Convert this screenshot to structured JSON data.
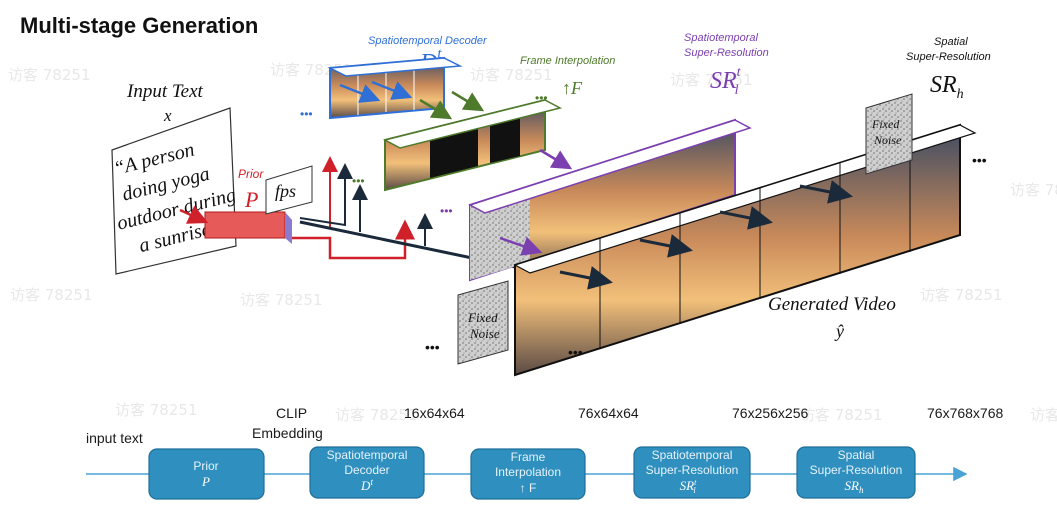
{
  "heading": "Multi-stage Generation",
  "watermark": "访客 78251",
  "illustration": {
    "input_text_title": "Input Text",
    "input_text_symbol": "x",
    "prompt_lines": [
      "“A person",
      "doing yoga",
      "outdoor during",
      "a sunrise”"
    ],
    "prior_label": "Prior",
    "prior_symbol": "P",
    "fps_label": "fps",
    "decoder_label": "Spatiotemporal Decoder",
    "decoder_symbol_base": "D",
    "decoder_symbol_sup": "t",
    "interp_label": "Frame Interpolation",
    "interp_symbol": "↑F",
    "st_sr_label_1": "Spatiotemporal",
    "st_sr_label_2": "Super-Resolution",
    "st_sr_symbol_base": "SR",
    "st_sr_symbol_sup": "t",
    "st_sr_symbol_sub": "l",
    "sp_sr_label_1": "Spatial",
    "sp_sr_label_2": "Super-Resolution",
    "sp_sr_symbol_base": "SR",
    "sp_sr_symbol_sub": "h",
    "fixed_noise_1": "Fixed",
    "fixed_noise_2": "Noise",
    "generated_video_label": "Generated Video",
    "generated_video_symbol": "ŷ",
    "dots": "•••"
  },
  "flow": {
    "start_label": "input text",
    "stage_annotations": [
      "CLIP",
      "Embedding",
      "16x64x64",
      "76x64x64",
      "76x256x256",
      "76x768x768"
    ],
    "nodes": [
      {
        "label_1": "Prior",
        "label_2": "",
        "symbol_base": "P",
        "symbol_sup": "",
        "symbol_sub": ""
      },
      {
        "label_1": "Spatiotemporal",
        "label_2": "Decoder",
        "symbol_base": "D",
        "symbol_sup": "t",
        "symbol_sub": ""
      },
      {
        "label_1": "Frame",
        "label_2": "Interpolation",
        "symbol_base": "↑ F",
        "symbol_sup": "",
        "symbol_sub": ""
      },
      {
        "label_1": "Spatiotemporal",
        "label_2": "Super-Resolution",
        "symbol_base": "SR",
        "symbol_sup": "t",
        "symbol_sub": "l"
      },
      {
        "label_1": "Spatial",
        "label_2": "Super-Resolution",
        "symbol_base": "SR",
        "symbol_sup": "",
        "symbol_sub": "h"
      }
    ]
  },
  "colors": {
    "decoder": "#2f6fd6",
    "interp": "#4e7a2b",
    "st_sr": "#7b3fb0",
    "prior": "#d0202a",
    "node_fill": "#2f8fbf",
    "node_border": "#1e6f99",
    "flow_line": "#4aa3d6",
    "arrow_dark": "#1b2a3a"
  }
}
